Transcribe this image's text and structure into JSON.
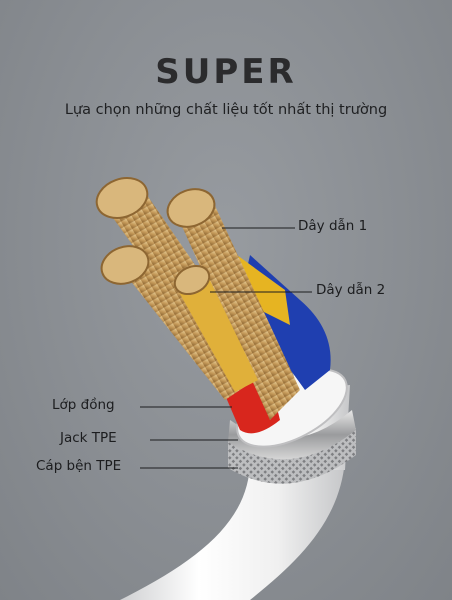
{
  "header": {
    "title": "SUPER",
    "subtitle": "Lựa chọn những chất liệu tốt nhất thị trường"
  },
  "callouts": {
    "wire1": "Dây dẫn 1",
    "wire2": "Dây dẫn 2",
    "copper_layer": "Lớp đồng",
    "jack": "Jack TPE",
    "braided_cable": "Cáp bện TPE"
  },
  "colors": {
    "background": "#8a8e93",
    "title": "#2b2b2d",
    "copper": "#c9a064",
    "red_insulation": "#d8261d",
    "blue_insulation": "#1f3fb0",
    "yellow_insulation": "#e6b422",
    "cable_jacket": "#f2f2f2",
    "metal_collar": "#c8c8c8"
  }
}
